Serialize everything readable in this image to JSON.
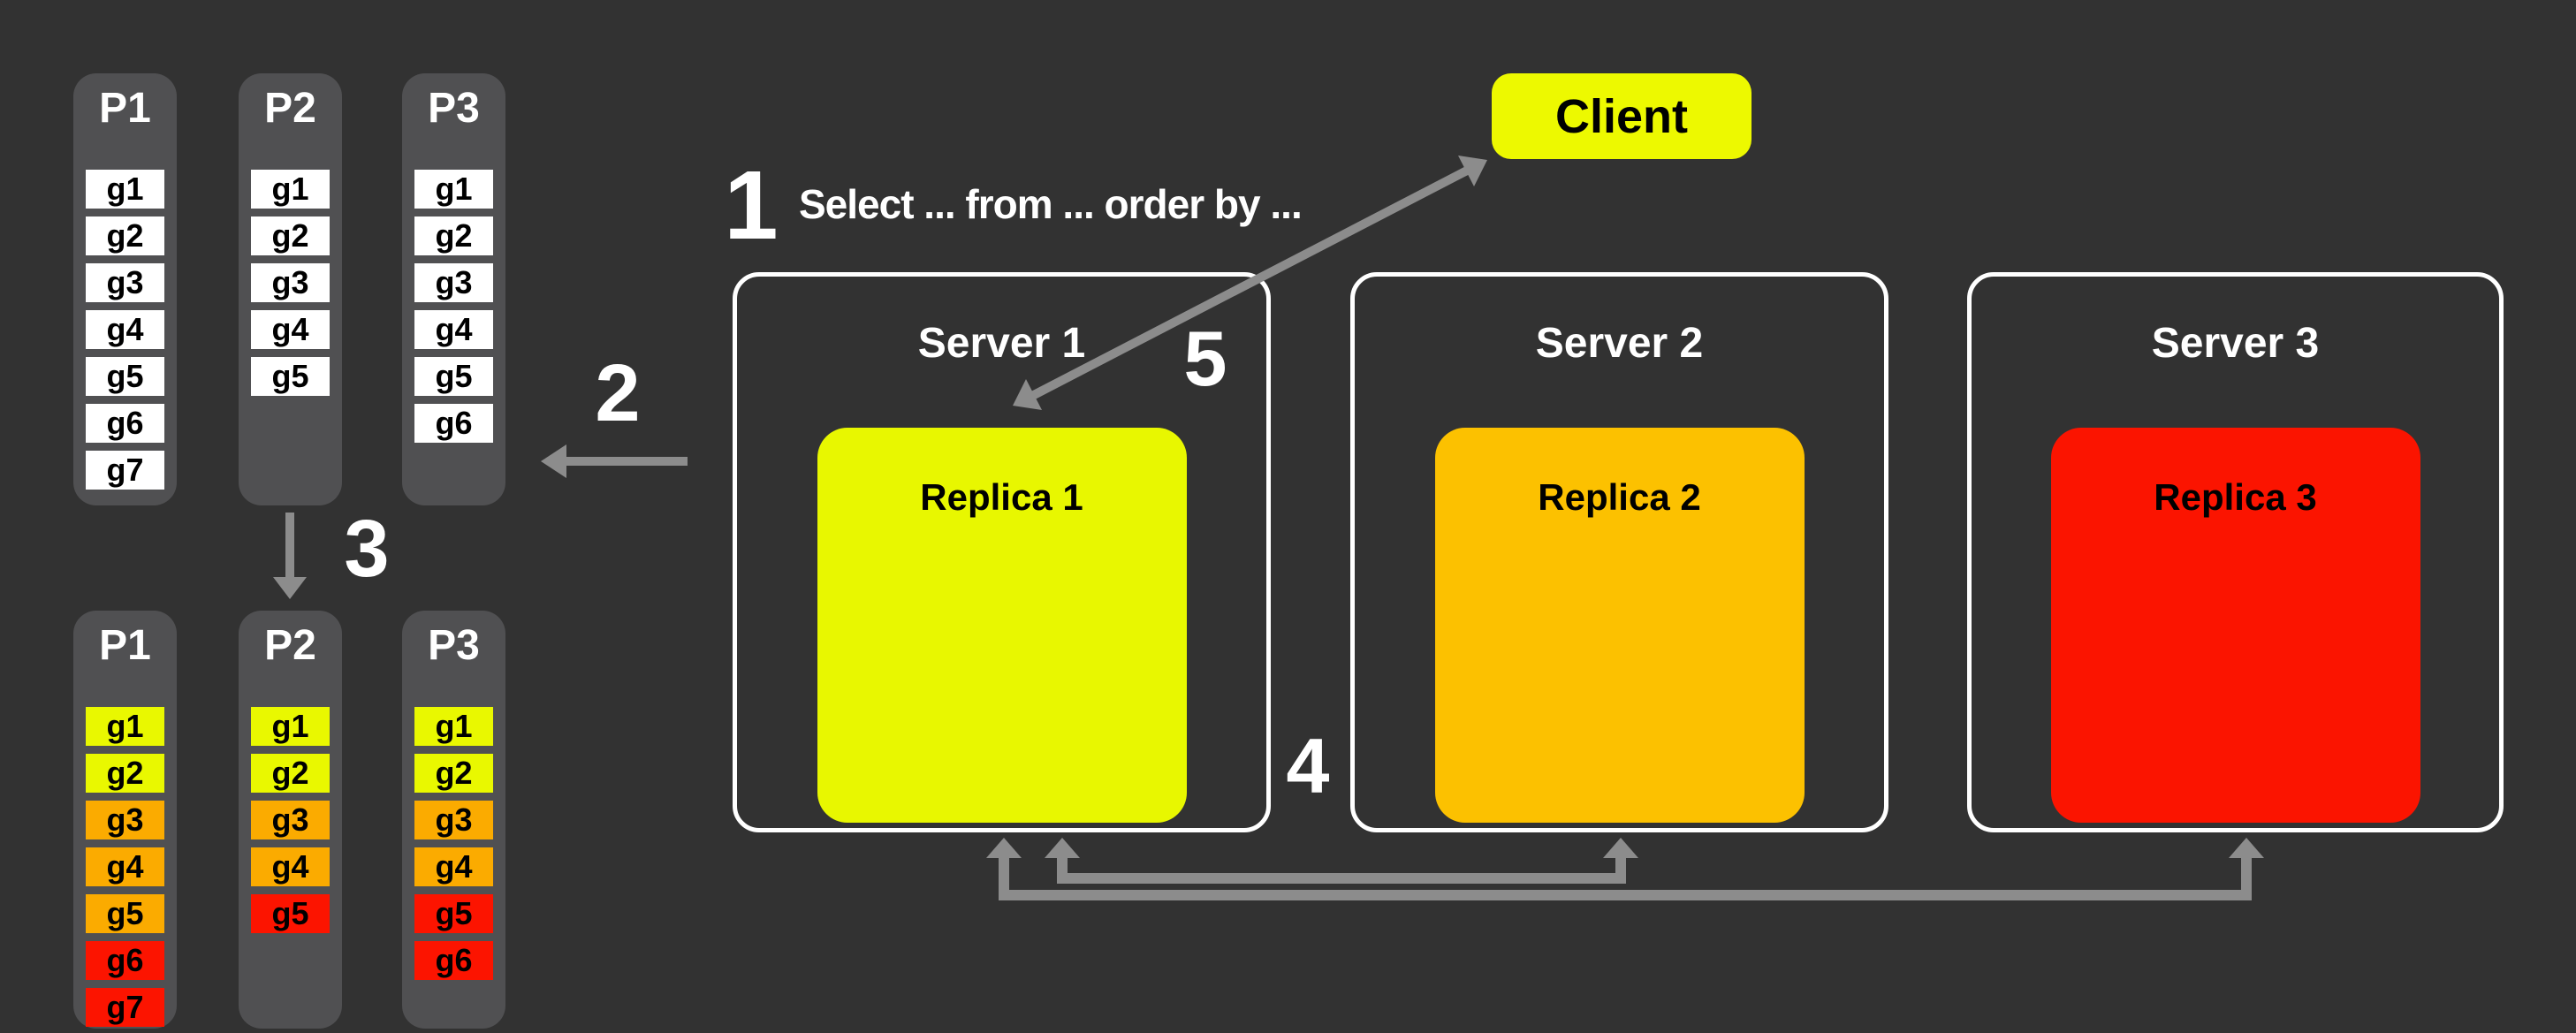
{
  "colors": {
    "background": "#323232",
    "partition_gray": "#505052",
    "cell_white": "#ffffff",
    "cell_yellow": "#e9f800",
    "cell_orange": "#fbab00",
    "cell_red": "#fc1400",
    "arrow_gray": "#8c8c8c",
    "server_border": "#ffffff",
    "text_light": "#ffffff",
    "text_dark": "#000000"
  },
  "client": {
    "label": "Client",
    "color": "#edf900"
  },
  "annotations": {
    "step1": "1",
    "query": "Select ... from ... order by ...",
    "step2": "2",
    "step3": "3",
    "step4": "4",
    "step5": "5"
  },
  "servers": [
    {
      "label": "Server 1",
      "replica_label": "Replica 1",
      "replica_color": "#e8f700"
    },
    {
      "label": "Server 2",
      "replica_label": "Replica 2",
      "replica_color": "#fcc100"
    },
    {
      "label": "Server 3",
      "replica_label": "Replica 3",
      "replica_color": "#fb1400"
    }
  ],
  "partitions_top": [
    {
      "label": "P1",
      "cells": [
        {
          "id": "g1",
          "color": "#ffffff"
        },
        {
          "id": "g2",
          "color": "#ffffff"
        },
        {
          "id": "g3",
          "color": "#ffffff"
        },
        {
          "id": "g4",
          "color": "#ffffff"
        },
        {
          "id": "g5",
          "color": "#ffffff"
        },
        {
          "id": "g6",
          "color": "#ffffff"
        },
        {
          "id": "g7",
          "color": "#ffffff"
        }
      ]
    },
    {
      "label": "P2",
      "cells": [
        {
          "id": "g1",
          "color": "#ffffff"
        },
        {
          "id": "g2",
          "color": "#ffffff"
        },
        {
          "id": "g3",
          "color": "#ffffff"
        },
        {
          "id": "g4",
          "color": "#ffffff"
        },
        {
          "id": "g5",
          "color": "#ffffff"
        }
      ]
    },
    {
      "label": "P3",
      "cells": [
        {
          "id": "g1",
          "color": "#ffffff"
        },
        {
          "id": "g2",
          "color": "#ffffff"
        },
        {
          "id": "g3",
          "color": "#ffffff"
        },
        {
          "id": "g4",
          "color": "#ffffff"
        },
        {
          "id": "g5",
          "color": "#ffffff"
        },
        {
          "id": "g6",
          "color": "#ffffff"
        }
      ]
    }
  ],
  "partitions_bottom": [
    {
      "label": "P1",
      "cells": [
        {
          "id": "g1",
          "color": "#e9f800"
        },
        {
          "id": "g2",
          "color": "#e9f800"
        },
        {
          "id": "g3",
          "color": "#fbab00"
        },
        {
          "id": "g4",
          "color": "#fbab00"
        },
        {
          "id": "g5",
          "color": "#fbab00"
        },
        {
          "id": "g6",
          "color": "#fc1400"
        },
        {
          "id": "g7",
          "color": "#fc1400"
        }
      ]
    },
    {
      "label": "P2",
      "cells": [
        {
          "id": "g1",
          "color": "#e9f800"
        },
        {
          "id": "g2",
          "color": "#e9f800"
        },
        {
          "id": "g3",
          "color": "#fbab00"
        },
        {
          "id": "g4",
          "color": "#fbab00"
        },
        {
          "id": "g5",
          "color": "#fc1400"
        }
      ]
    },
    {
      "label": "P3",
      "cells": [
        {
          "id": "g1",
          "color": "#e9f800"
        },
        {
          "id": "g2",
          "color": "#e9f800"
        },
        {
          "id": "g3",
          "color": "#fbab00"
        },
        {
          "id": "g4",
          "color": "#fbab00"
        },
        {
          "id": "g5",
          "color": "#fc1400"
        },
        {
          "id": "g6",
          "color": "#fc1400"
        }
      ]
    }
  ]
}
